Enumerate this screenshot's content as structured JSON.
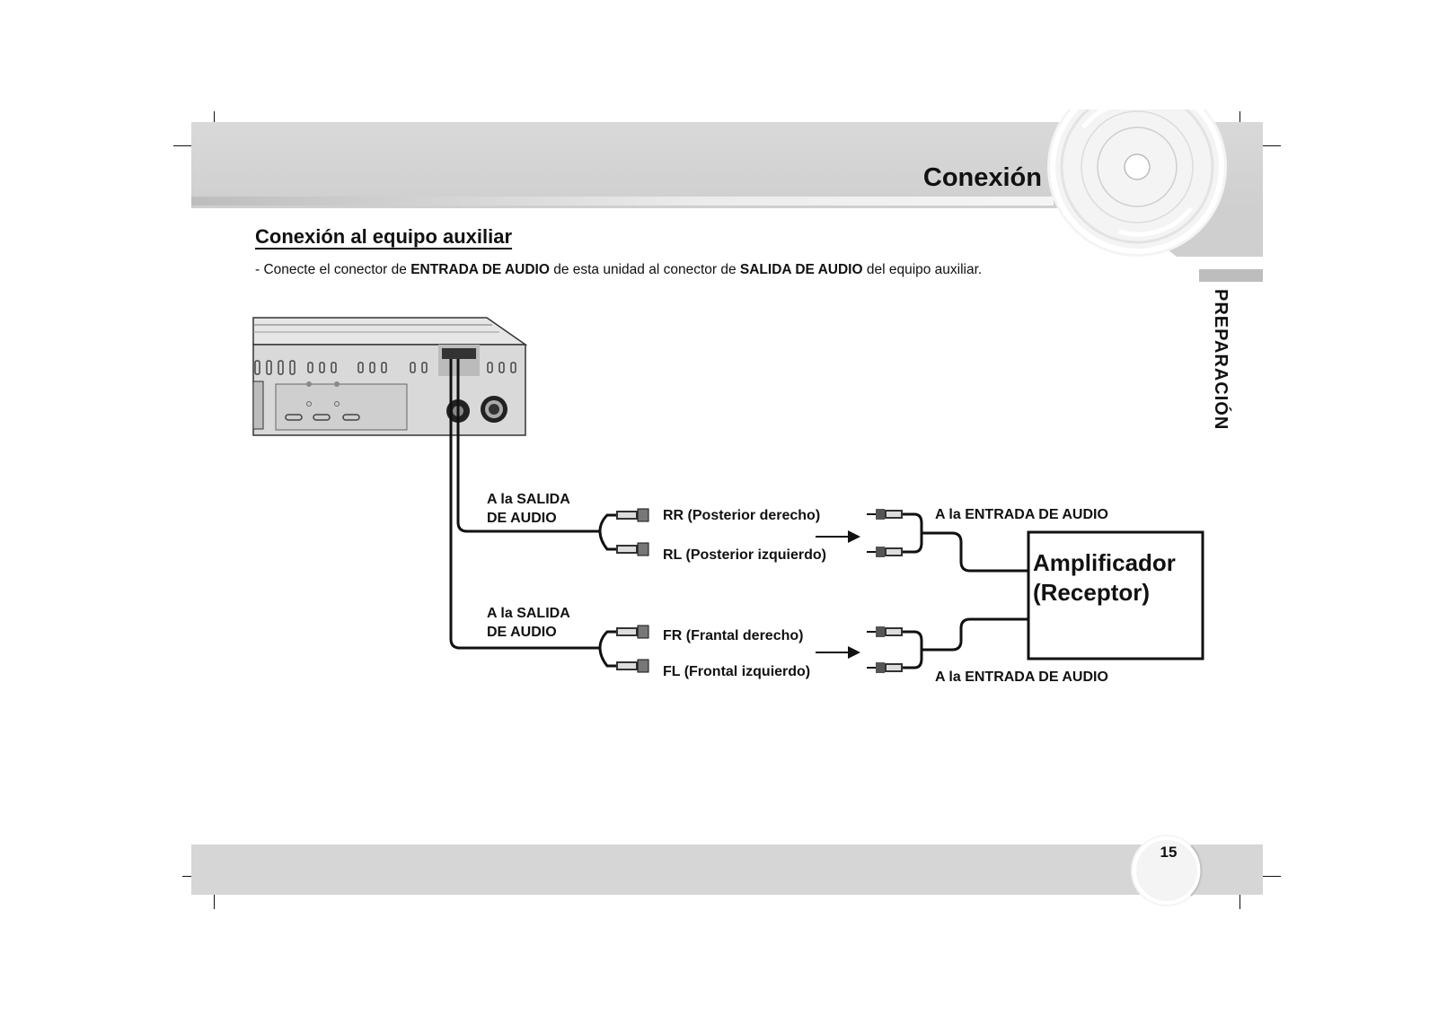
{
  "header": {
    "title": "Conexión",
    "side_label": "PREPARACIÓN"
  },
  "section": {
    "title": "Conexión al equipo auxiliar",
    "instruction": {
      "prefix": "-  Conecte el conector de ",
      "bold1": "ENTRADA DE AUDIO",
      "middle": " de esta unidad al conector de ",
      "bold2": "SALIDA DE AUDIO",
      "suffix": " del equipo auxiliar."
    }
  },
  "diagram": {
    "output_label_1_line1": "A la SALIDA",
    "output_label_1_line2": "DE AUDIO",
    "output_label_2_line1": "A la SALIDA",
    "output_label_2_line2": "DE AUDIO",
    "channel_rr": "RR (Posterior derecho)",
    "channel_rl": "RL (Posterior izquierdo)",
    "channel_fr": "FR (Frantal derecho)",
    "channel_fl": "FL (Frontal izquierdo)",
    "input_label_top": "A la ENTRADA DE AUDIO",
    "input_label_bottom": "A la ENTRADA DE AUDIO",
    "amplifier_line1": "Amplificador",
    "amplifier_line2": "(Receptor)"
  },
  "footer": {
    "page_number": "15"
  }
}
